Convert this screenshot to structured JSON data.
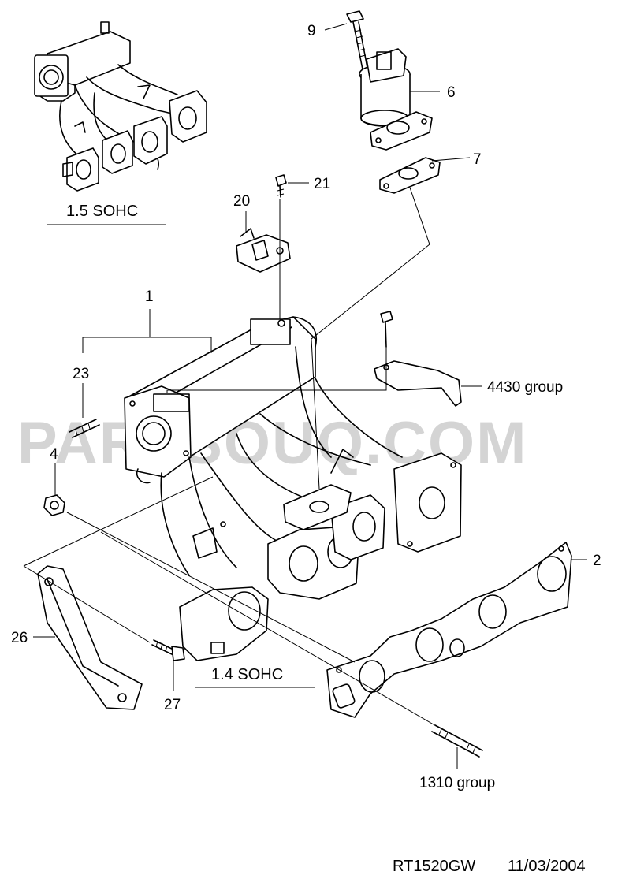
{
  "watermark": "PARTSOUQ.COM",
  "variants": {
    "sohc15": "1.5 SOHC",
    "sohc14": "1.4 SOHC"
  },
  "callouts": {
    "c1": "1",
    "c2": "2",
    "c4": "4",
    "c6": "6",
    "c7": "7",
    "c9": "9",
    "c20": "20",
    "c21": "21",
    "c23": "23",
    "c26": "26",
    "c27": "27",
    "c4430": "4430 group",
    "c1310": "1310 group"
  },
  "footer": {
    "code": "RT1520GW",
    "date": "11/03/2004"
  }
}
